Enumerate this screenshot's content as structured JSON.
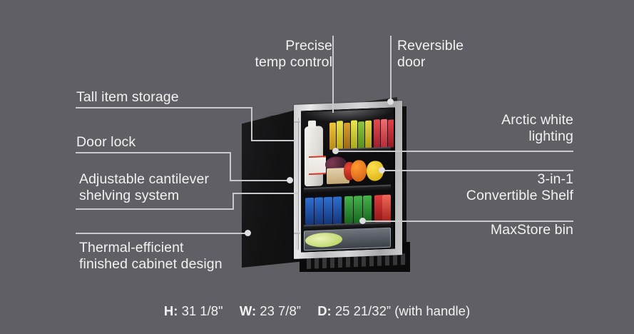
{
  "background_color": "#5f5f65",
  "text_color": "#f2f2f2",
  "line_color": "#c9c9cd",
  "product": {
    "name": "Undercounter refrigerator with glass door",
    "callouts": [
      {
        "id": "precise-temp-control",
        "text": "Precise\ntemp control",
        "side": "top",
        "align": "center"
      },
      {
        "id": "reversible-door",
        "text": "Reversible\ndoor",
        "side": "top",
        "align": "left"
      },
      {
        "id": "tall-item-storage",
        "text": "Tall item storage",
        "side": "left",
        "align": "left"
      },
      {
        "id": "door-lock",
        "text": "Door lock",
        "side": "left",
        "align": "left"
      },
      {
        "id": "adjustable-cantilever-shelving-system",
        "text": "Adjustable cantilever\nshelving system",
        "side": "left",
        "align": "left"
      },
      {
        "id": "thermal-efficient-finished-cabinet-design",
        "text": "Thermal-efficient\nfinished cabinet design",
        "side": "left",
        "align": "left"
      },
      {
        "id": "arctic-white-lighting",
        "text": "Arctic white\nlighting",
        "side": "right",
        "align": "right"
      },
      {
        "id": "3-in-1-convertible-shelf",
        "text": "3-in-1\nConvertible Shelf",
        "side": "right",
        "align": "right"
      },
      {
        "id": "maxstore-bin",
        "text": "MaxStore bin",
        "side": "right",
        "align": "right"
      }
    ]
  },
  "dimensions": {
    "height_label": "H:",
    "height_value": "31 1/8\"",
    "width_label": "W:",
    "width_value": "23 7/8”",
    "depth_label": "D:",
    "depth_value": "25 21/32”",
    "depth_note": "(with handle)"
  }
}
